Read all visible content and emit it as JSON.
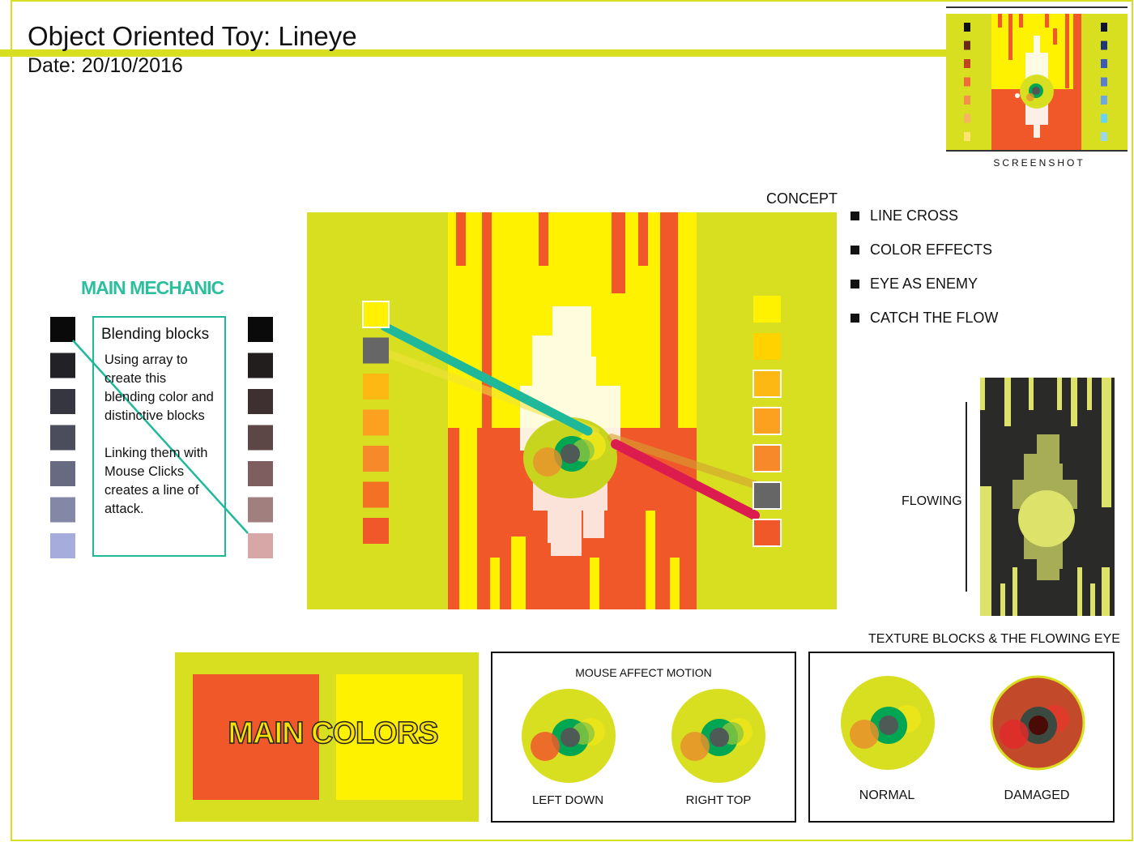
{
  "header": {
    "title": "Object Oriented Toy:  Lineye",
    "date": "Date: 20/10/2016"
  },
  "screenshot": {
    "label": "SCREENSHOT"
  },
  "concept": {
    "heading": "CONCEPT",
    "items": [
      "LINE CROSS",
      "COLOR EFFECTS",
      "EYE AS ENEMY",
      "CATCH THE FLOW"
    ]
  },
  "mechanic": {
    "title": "MAIN MECHANIC",
    "heading": "Blending blocks",
    "text1": "Using array to create this blending color and distinctive blocks",
    "text2": "Linking them with Mouse Clicks creates a line of attack."
  },
  "flowing": {
    "label": "FLOWING",
    "caption": "TEXTURE BLOCKS & THE FLOWING EYE"
  },
  "main_colors": {
    "label": "MAIN COLORS",
    "colors": [
      "#f0582a",
      "#fff200"
    ]
  },
  "motion": {
    "title": "MOUSE AFFECT MOTION",
    "left": "LEFT DOWN",
    "right": "RIGHT TOP"
  },
  "states": {
    "normal": "NORMAL",
    "damaged": "DAMAGED"
  },
  "palette": {
    "lime": "#d8df21",
    "yellow": "#fff200",
    "orange": "#f0582a",
    "teal": "#1fb99a",
    "crimson": "#dc1c4f"
  }
}
